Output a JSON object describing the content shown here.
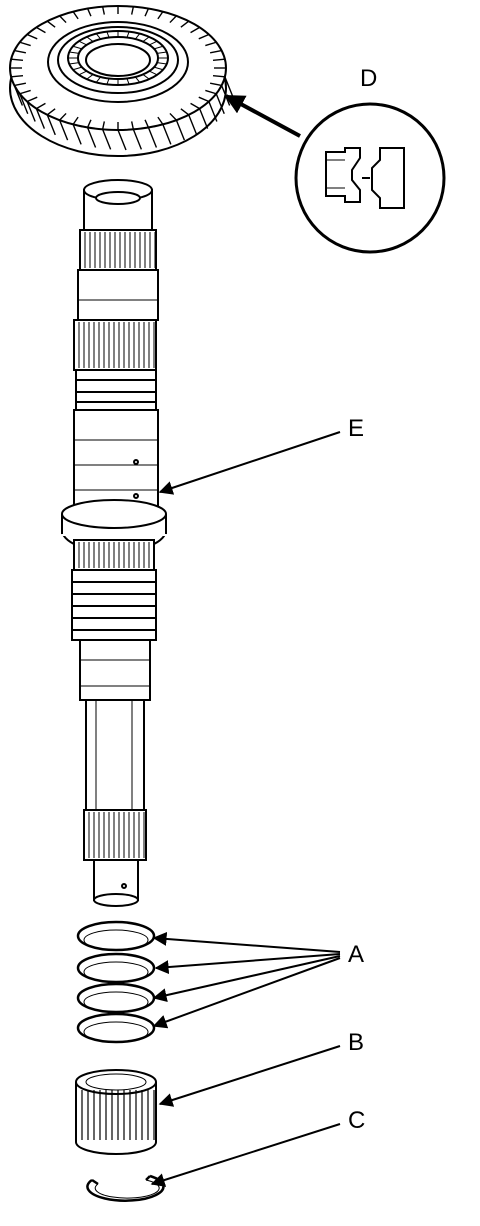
{
  "diagram": {
    "callouts": {
      "a": "A",
      "b": "B",
      "c": "C",
      "d": "D",
      "e": "E"
    },
    "colors": {
      "line": "#000000",
      "background": "#ffffff"
    }
  }
}
